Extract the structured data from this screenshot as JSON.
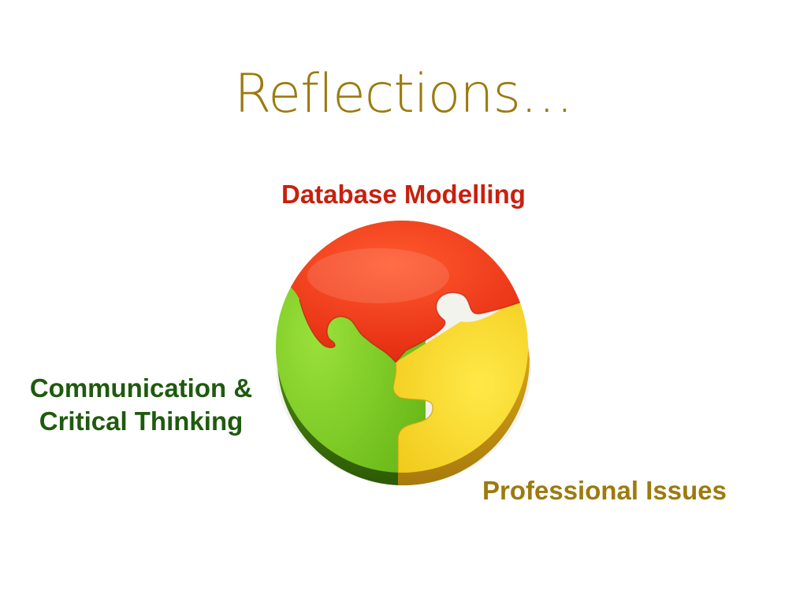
{
  "slide": {
    "title": "Reflections…"
  },
  "labels": {
    "database_modelling": "Database Modelling",
    "communication_line1": "Communication &",
    "communication_line2": "Critical Thinking",
    "professional_issues": "Professional Issues"
  },
  "colors": {
    "title": "#9C7A0E",
    "database_label": "#C8200E",
    "communication_label": "#1F5A0E",
    "professional_label": "#9C7A0E",
    "piece_red": "#F2361A",
    "piece_green": "#7ACB1E",
    "piece_yellow": "#F7D51C"
  },
  "diagram": {
    "type": "three-piece puzzle circle",
    "pieces": [
      {
        "position": "top",
        "color": "red",
        "label": "Database Modelling"
      },
      {
        "position": "bottom-left",
        "color": "green",
        "label": "Communication & Critical Thinking"
      },
      {
        "position": "bottom-right",
        "color": "yellow",
        "label": "Professional Issues"
      }
    ]
  }
}
